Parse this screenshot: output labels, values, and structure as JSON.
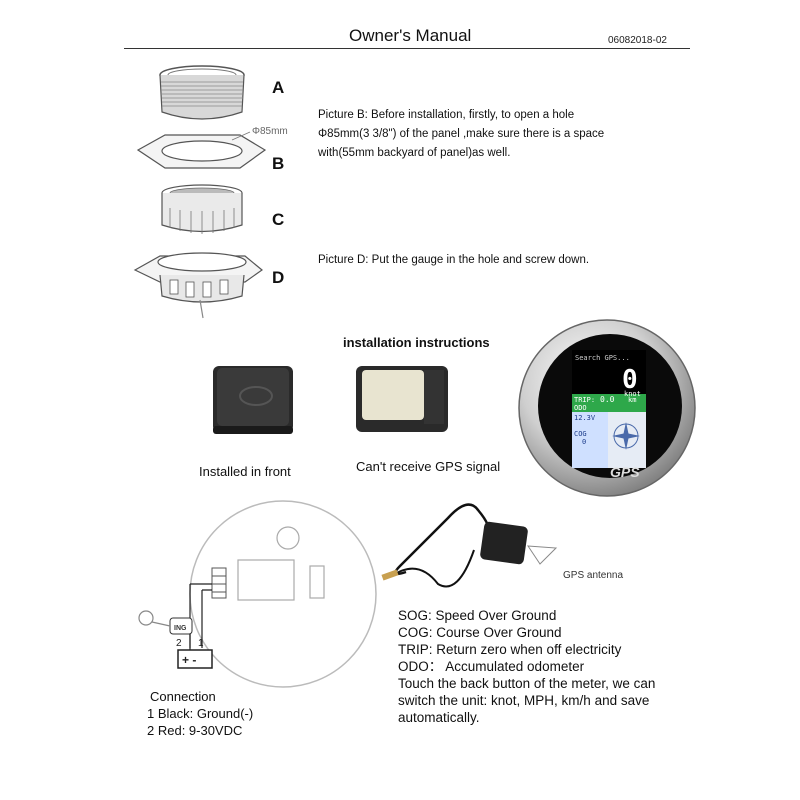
{
  "header": {
    "title": "Owner's Manual",
    "code": "06082018-02"
  },
  "parts": {
    "labels": [
      "A",
      "B",
      "C",
      "D"
    ],
    "hole_label": "Φ85mm"
  },
  "picture_b": {
    "lines": [
      "Picture B: Before installation, firstly, to open a hole",
      "Φ85mm(3 3/8\") of the panel ,make sure there is a space",
      "with(55mm backyard of panel)as well."
    ]
  },
  "picture_d": {
    "text": "Picture D: Put the gauge in the hole and screw down."
  },
  "installation": {
    "heading": "installation instructions",
    "caption_front": "Installed in front",
    "caption_back": "Can't receive GPS signal"
  },
  "gauge": {
    "brand": "GPS",
    "search": "Search GPS...",
    "speed": "0",
    "speed_unit": "knot",
    "trip_label": "TRIP:",
    "trip_value": "0.0",
    "trip_unit": "km",
    "odo_label": "ODO",
    "volt": "12.3V",
    "cog_label": "COG",
    "cog_value": "0"
  },
  "antenna": {
    "label": "GPS antenna"
  },
  "wiring": {
    "ing_label": "ING",
    "num_2": "2",
    "num_1": "1",
    "polarity": "+ -"
  },
  "glossary": {
    "lines": [
      "SOG: Speed Over Ground",
      "COG: Course Over Ground",
      "TRIP: Return zero when off electricity",
      "ODO： Accumulated odometer",
      "Touch the back button of the meter, we can",
      "switch the unit: knot, MPH, km/h and save",
      "automatically."
    ]
  },
  "connection": {
    "title": "Connection",
    "line1": "1 Black: Ground(-)",
    "line2": "2 Red: 9-30VDC"
  }
}
